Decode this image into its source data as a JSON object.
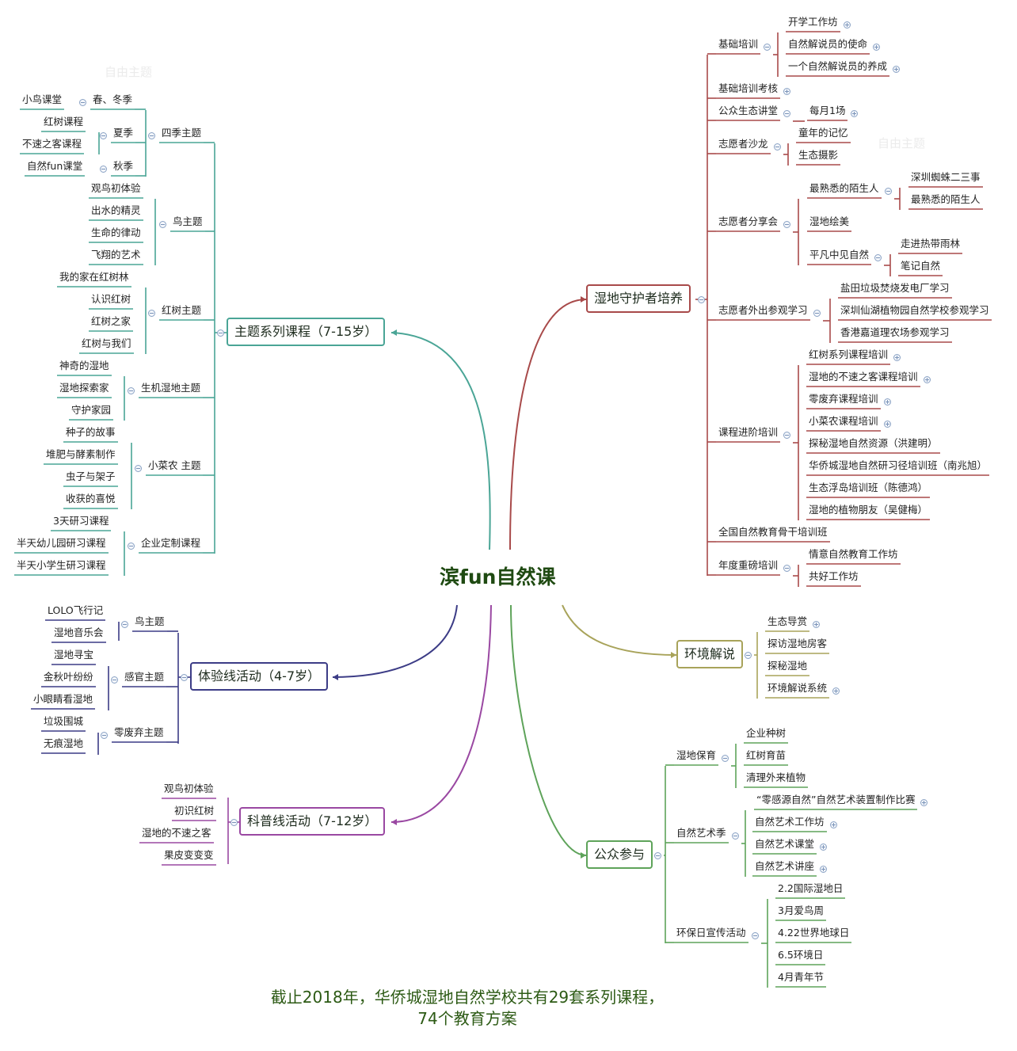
{
  "center": "滨fun自然课",
  "watermarks": [
    "自由主题",
    "自由主题"
  ],
  "footer": {
    "line1": "截止2018年，华侨城湿地自然学校共有29套系列课程，",
    "line2": "74个教育方案"
  },
  "colors": {
    "teal": "#4aa596",
    "red": "#a84a4a",
    "navy": "#3c3c86",
    "purple": "#9a48a2",
    "olive": "#a8a35a",
    "green": "#5ea35a"
  },
  "branches": {
    "theme": {
      "label": "主题系列课程（7-15岁）",
      "subs": [
        {
          "label": "四季主题",
          "children": [
            {
              "label": "春、冬季",
              "children": [
                "小鸟课堂"
              ]
            },
            {
              "label": "夏季",
              "children": [
                "红树课程",
                "不速之客课程"
              ]
            },
            {
              "label": "秋季",
              "children": [
                "自然fun课堂"
              ]
            }
          ]
        },
        {
          "label": "鸟主题",
          "children": [
            "观鸟初体验",
            "出水的精灵",
            "生命的律动",
            "飞翔的艺术"
          ]
        },
        {
          "label": "红树主题",
          "children": [
            "我的家在红树林",
            "认识红树",
            "红树之家",
            "红树与我们"
          ]
        },
        {
          "label": "生机湿地主题",
          "children": [
            "神奇的湿地",
            "湿地探索家",
            "守护家园"
          ]
        },
        {
          "label": "小菜农 主题",
          "children": [
            "种子的故事",
            "堆肥与酵素制作",
            "虫子与架子",
            "收获的喜悦"
          ]
        },
        {
          "label": "企业定制课程",
          "children": [
            "3天研习课程",
            "半天幼儿园研习课程",
            "半天小学生研习课程"
          ]
        }
      ]
    },
    "experience": {
      "label": "体验线活动（4-7岁）",
      "subs": [
        {
          "label": "鸟主题",
          "children": [
            "LOLO飞行记",
            "湿地音乐会"
          ]
        },
        {
          "label": "感官主题",
          "children": [
            "湿地寻宝",
            "金秋叶纷纷",
            "小眼睛看湿地"
          ]
        },
        {
          "label": "零废弃主题",
          "children": [
            "垃圾围城",
            "无痕湿地"
          ]
        }
      ]
    },
    "science": {
      "label": "科普线活动（7-12岁）",
      "children": [
        "观鸟初体验",
        "初识红树",
        "湿地的不速之客",
        "果皮变变变"
      ]
    },
    "guardian": {
      "label": "湿地守护者培养",
      "subs": [
        {
          "label": "基础培训",
          "children": [
            "开学工作坊",
            "自然解说员的使命",
            "一个自然解说员的养成"
          ]
        },
        {
          "label": "基础培训考核",
          "children": []
        },
        {
          "label": "公众生态讲堂",
          "children": [
            "每月1场"
          ]
        },
        {
          "label": "志愿者沙龙",
          "children": [
            "童年的记忆",
            "生态摄影"
          ]
        },
        {
          "label": "志愿者分享会",
          "children": [
            {
              "label": "最熟悉的陌生人",
              "children": [
                "深圳蜘蛛二三事",
                "最熟悉的陌生人"
              ]
            },
            {
              "label": "湿地绘美",
              "children": []
            },
            {
              "label": "平凡中见自然",
              "children": [
                "走进热带雨林",
                "笔记自然"
              ]
            }
          ]
        },
        {
          "label": "志愿者外出参观学习",
          "children": [
            "盐田垃圾焚烧发电厂学习",
            "深圳仙湖植物园自然学校参观学习",
            "香港嘉道理农场参观学习"
          ]
        },
        {
          "label": "课程进阶培训",
          "children": [
            "红树系列课程培训",
            "湿地的不速之客课程培训",
            "零废弃课程培训",
            "小菜农课程培训",
            "探秘湿地自然资源（洪建明）",
            "华侨城湿地自然研习径培训班（南兆旭）",
            "生态浮岛培训班（陈德鸿）",
            "湿地的植物朋友（吴健梅）"
          ]
        },
        {
          "label": "全国自然教育骨干培训班",
          "children": []
        },
        {
          "label": "年度重磅培训",
          "children": [
            "情意自然教育工作坊",
            "共好工作坊"
          ]
        }
      ]
    },
    "interpret": {
      "label": "环境解说",
      "children": [
        "生态导赏",
        "探访湿地房客",
        "探秘湿地",
        "环境解说系统"
      ]
    },
    "public": {
      "label": "公众参与",
      "subs": [
        {
          "label": "湿地保育",
          "children": [
            "企业种树",
            "红树育苗",
            "清理外来植物"
          ]
        },
        {
          "label": "自然艺术季",
          "children": [
            "“零感源自然”自然艺术装置制作比赛",
            "自然艺术工作坊",
            "自然艺术课堂",
            "自然艺术讲座"
          ]
        },
        {
          "label": "环保日宣传活动",
          "children": [
            "2.2国际湿地日",
            "3月爱鸟周",
            "4.22世界地球日",
            "6.5环境日",
            "4月青年节"
          ]
        }
      ]
    }
  }
}
